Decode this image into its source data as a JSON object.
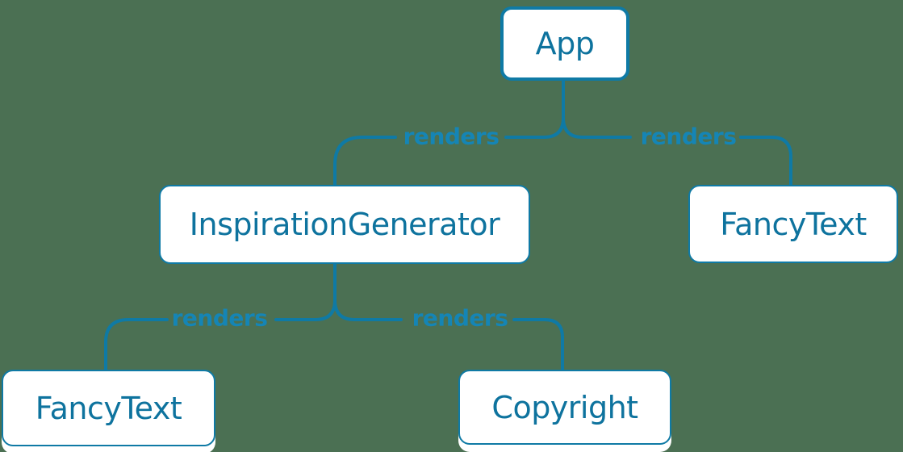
{
  "colors": {
    "background": "#4b7053",
    "line": "#0f7aa5",
    "node_fill": "#ffffff",
    "node_text": "#0e739e",
    "edge_label": "#1585b5"
  },
  "nodes": [
    {
      "id": "app",
      "label": "App",
      "role": "root"
    },
    {
      "id": "inspiration-generator",
      "label": "InspirationGenerator"
    },
    {
      "id": "fancy-text-top",
      "label": "FancyText"
    },
    {
      "id": "fancy-text-bottom",
      "label": "FancyText"
    },
    {
      "id": "copyright",
      "label": "Copyright"
    }
  ],
  "edges": [
    {
      "from": "App",
      "to": "InspirationGenerator",
      "label": "renders"
    },
    {
      "from": "App",
      "to": "FancyText",
      "label": "renders"
    },
    {
      "from": "InspirationGenerator",
      "to": "FancyText",
      "label": "renders"
    },
    {
      "from": "InspirationGenerator",
      "to": "Copyright",
      "label": "renders"
    }
  ]
}
